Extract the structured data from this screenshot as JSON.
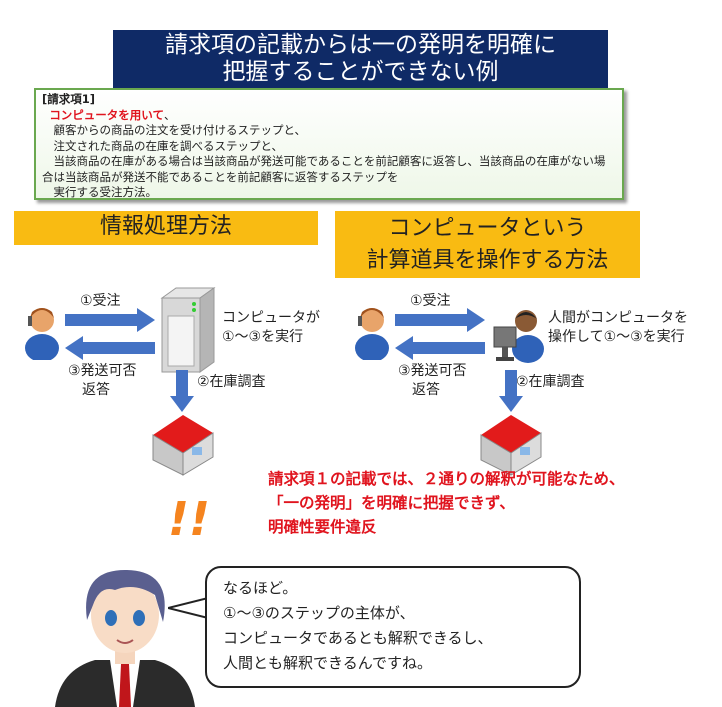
{
  "title": {
    "line1": "請求項の記載からは一の発明を明確に",
    "line2": "把握することができない例"
  },
  "claim": {
    "heading": "[請求項1]",
    "red_line": "コンピュータを用いて",
    "red_suffix": "、",
    "lines": [
      "　顧客からの商品の注文を受け付けるステップと、",
      "　注文された商品の在庫を調べるステップと、",
      "　当該商品の在庫がある場合は当該商品が発送可能であることを前記顧客に返答し、当該商品の在庫がない場合は当該商品が発送不能であることを前記顧客に返答するステップを",
      "　実行する受注方法。"
    ]
  },
  "left": {
    "label": "情報処理方法",
    "order": "①受注",
    "reply1": "③発送可否",
    "reply2": "返答",
    "stock": "②在庫調査",
    "note1": "コンピュータが",
    "note2": "①～③を実行"
  },
  "right": {
    "label1": "コンピュータという",
    "label2": "計算道具を操作する方法",
    "order": "①受注",
    "reply1": "③発送可否",
    "reply2": "返答",
    "stock": "②在庫調査",
    "note1": "人間がコンピュータを",
    "note2": "操作して①～③を実行"
  },
  "conclusion": {
    "line1": "請求項１の記載では、２通りの解釈が可能なため、",
    "line2": "「一の発明」を明確に把握できず、",
    "line3": "明確性要件違反"
  },
  "exclaim": "!!",
  "bubble": {
    "lines": [
      "なるほど。",
      "①～③のステップの主体が、",
      "コンピュータであるとも解釈できるし、",
      "人間とも解釈できるんですね。"
    ]
  },
  "colors": {
    "navy": "#0f2a66",
    "yellow": "#f9bb12",
    "red": "#e0141e",
    "arrow": "#4472c4"
  }
}
